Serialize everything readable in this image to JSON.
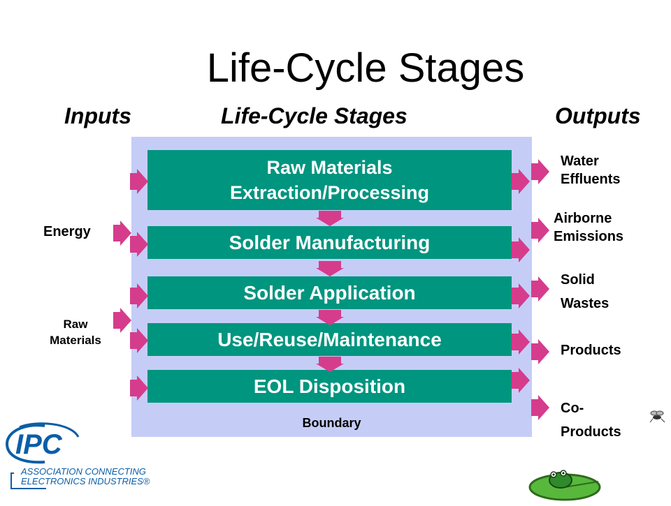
{
  "title": "Life-Cycle Stages",
  "headers": {
    "inputs": "Inputs",
    "stages": "Life-Cycle Stages",
    "outputs": "Outputs"
  },
  "stages": [
    {
      "line1": "Raw Materials",
      "line2": "Extraction/Processing"
    },
    {
      "line1": "Solder Manufacturing"
    },
    {
      "line1": "Solder Application"
    },
    {
      "line1": "Use/Reuse/Maintenance"
    },
    {
      "line1": "EOL Disposition"
    }
  ],
  "boundary_label": "Boundary",
  "inputs": {
    "energy": "Energy",
    "raw_line1": "Raw",
    "raw_line2": "Materials"
  },
  "outputs": {
    "water_line1": "Water",
    "water_line2": "Effluents",
    "air_line1": "Airborne",
    "air_line2": "Emissions",
    "solid_line1": "Solid",
    "solid_line2": "Wastes",
    "products": "Products",
    "coproducts_line1": "Co-",
    "coproducts_line2": "Products"
  },
  "logo": {
    "name": "IPC",
    "tagline_line1": "ASSOCIATION CONNECTING",
    "tagline_line2": "ELECTRONICS INDUSTRIES®"
  },
  "colors": {
    "stage_fill": "#00957f",
    "boundary_fill": "#c5cdf7",
    "arrow_fill": "#d63c8c",
    "logo_blue": "#0a5ea8"
  },
  "icons": [
    "ipc-logo",
    "frog-on-lilypad-icon",
    "fly-icon"
  ]
}
